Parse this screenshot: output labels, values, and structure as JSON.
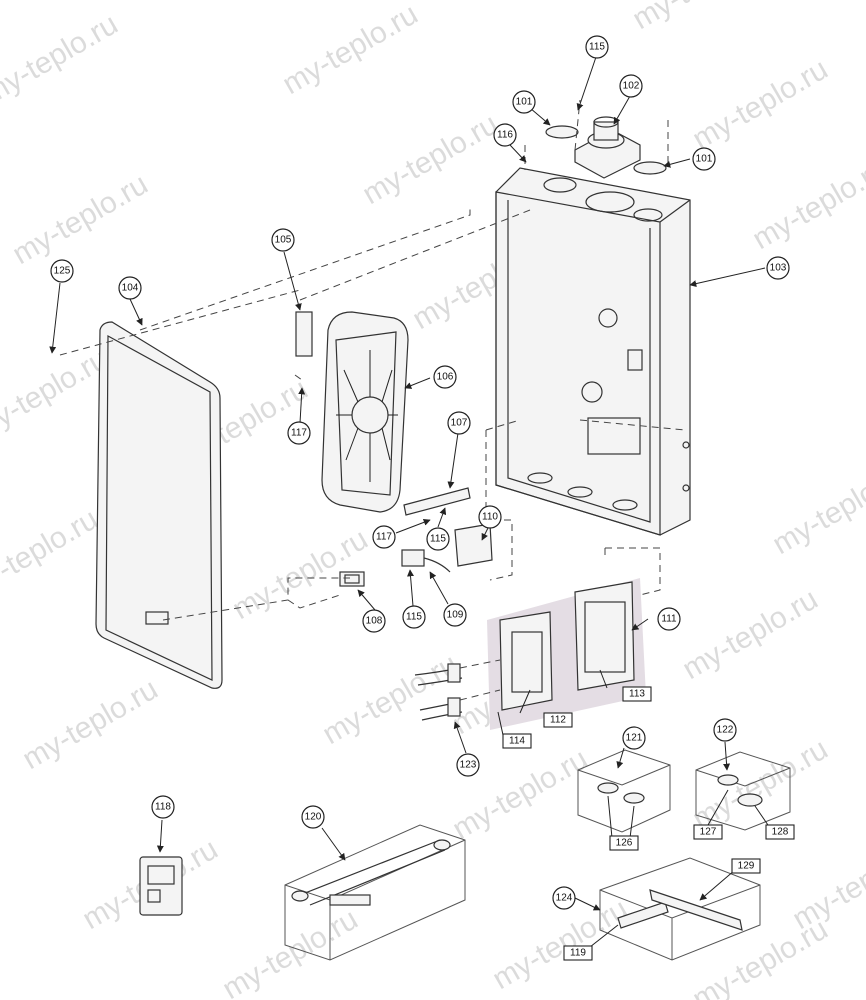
{
  "watermark": "my-teplo.ru",
  "callouts": [
    "101",
    "101",
    "102",
    "103",
    "104",
    "105",
    "106",
    "107",
    "108",
    "109",
    "110",
    "111",
    "115",
    "115",
    "115",
    "116",
    "117",
    "117",
    "118",
    "120",
    "121",
    "122",
    "123",
    "124",
    "125"
  ],
  "box_labels": [
    "112",
    "113",
    "114",
    "119",
    "126",
    "127",
    "128",
    "129"
  ],
  "colors": {
    "line": "#333333",
    "highlight": "#e4dde4",
    "watermark": "#9a9a9a"
  }
}
